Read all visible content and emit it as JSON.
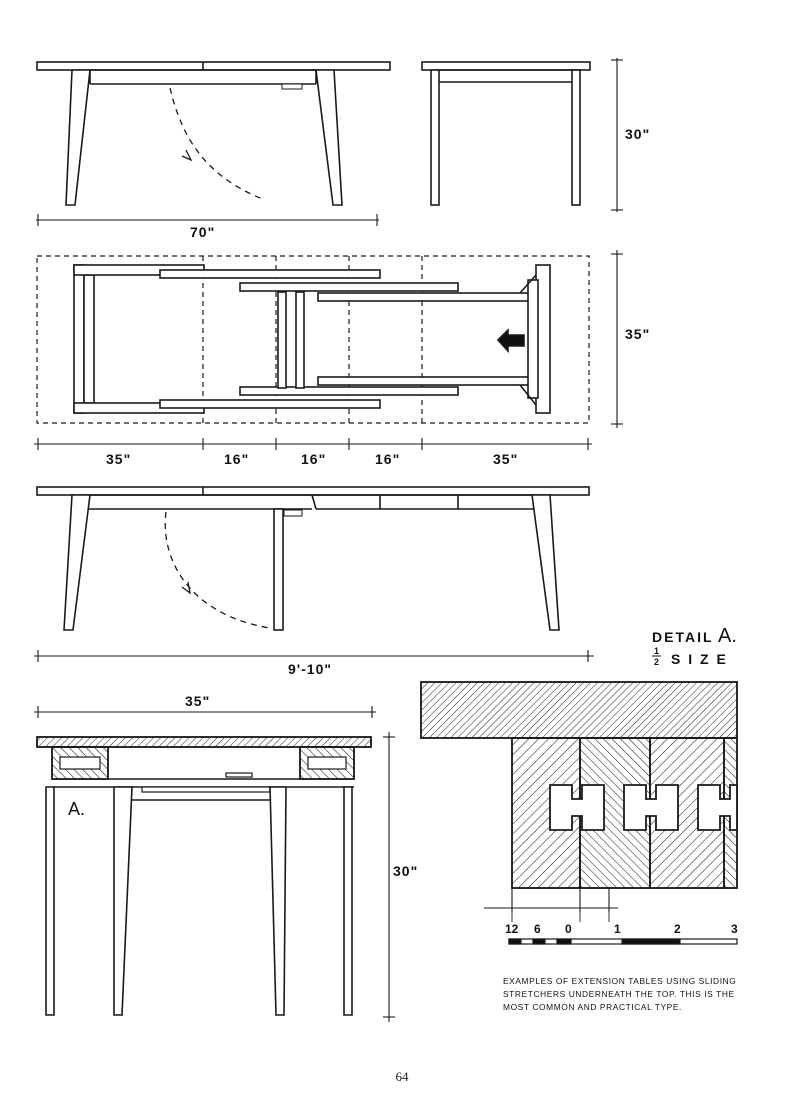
{
  "dimensions": {
    "side_length": "70\"",
    "end_height": "30\"",
    "plan_width": "35\"",
    "segments": [
      "35\"",
      "16\"",
      "16\"",
      "16\"",
      "35\""
    ],
    "extended_length": "9'-10\"",
    "end_width": "35\"",
    "section_height": "30\""
  },
  "section_marker": "A.",
  "detail": {
    "title": "DETAIL",
    "title_letter": "A.",
    "fraction_top": "1",
    "fraction_bottom": "2",
    "size_word": "S I Z E"
  },
  "scale_labels": [
    "12",
    "6",
    "0",
    "1",
    "2",
    "3"
  ],
  "caption": "EXAMPLES OF EXTENSION TABLES USING SLIDING STRETCHERS UNDERNEATH THE TOP. THIS IS THE MOST COMMON AND PRACTICAL TYPE.",
  "page_number": "64"
}
